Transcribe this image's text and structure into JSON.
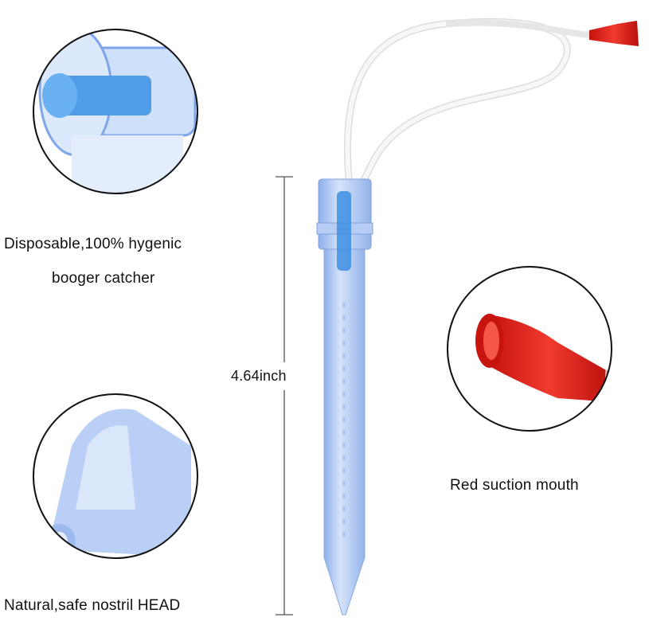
{
  "labels": {
    "catcher_line1": "Disposable,100% hygenic",
    "catcher_line2": "booger catcher",
    "length": "4.64inch",
    "suction": "Red suction mouth",
    "nostril": "Natural,safe nostril HEAD"
  },
  "colors": {
    "tube_blue": "#a9c4f0",
    "sponge_blue": "#4f9de6",
    "suction_red": "#e0231f",
    "hose_white": "#f2f2f2"
  }
}
